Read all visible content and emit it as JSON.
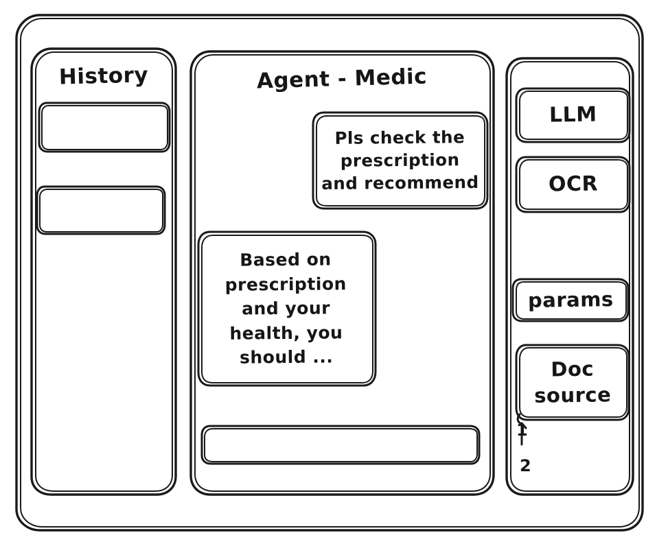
{
  "window": {
    "frame_label": "application-window",
    "background": "#ffffff",
    "stroke_color": "#1a1a1a",
    "style": "hand-drawn wireframe"
  },
  "sidebar": {
    "title": "History",
    "items": [
      {
        "label": "",
        "name": "history-item-1"
      },
      {
        "label": "",
        "name": "history-item-2"
      }
    ]
  },
  "main": {
    "title": "Agent - Medic",
    "messages": [
      {
        "role": "user",
        "align": "right",
        "text": "Pls check the\nprescription\nand recommend"
      },
      {
        "role": "agent",
        "align": "left",
        "text": "Based on\nprescription\nand your\nhealth, you\nshould ..."
      }
    ],
    "composer": {
      "value": "",
      "placeholder": ""
    }
  },
  "tools": {
    "models": [
      {
        "label": "LLM"
      },
      {
        "label": "OCR"
      }
    ],
    "settings": [
      {
        "label": "params"
      }
    ],
    "sources": [
      {
        "label": "Doc\nsource"
      }
    ],
    "source_refs": [
      {
        "label": "1"
      },
      {
        "label": "2"
      }
    ]
  }
}
